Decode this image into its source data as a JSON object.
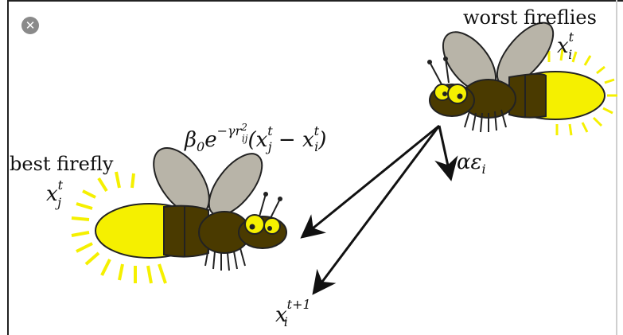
{
  "labels": {
    "worst": "worst fireflies",
    "best": "best firefly"
  },
  "math": {
    "xit_base": "x",
    "xit_sup": "t",
    "xit_sub": "i",
    "xjt_base": "x",
    "xjt_sup": "t",
    "xjt_sub": "j",
    "beta": "β",
    "beta_sub": "0",
    "exp_e": "e",
    "exp_power": "−γr",
    "exp_power_sup": "2",
    "exp_power_sub": "ij",
    "diff_open": "(x",
    "diff_mid": " − x",
    "diff_close": ")",
    "diff_sup": "t",
    "diff_sub_j": "j",
    "diff_sub_i": "i",
    "alpha": "αε",
    "alpha_sub": "i",
    "next_base": "x",
    "next_sup": "t+1",
    "next_sub": "i"
  },
  "colors": {
    "glow": "#f5f000",
    "body_dark": "#4a3a00",
    "wing": "#b8b4a8",
    "arrow": "#111111"
  },
  "icons": {
    "close": "close-icon"
  }
}
